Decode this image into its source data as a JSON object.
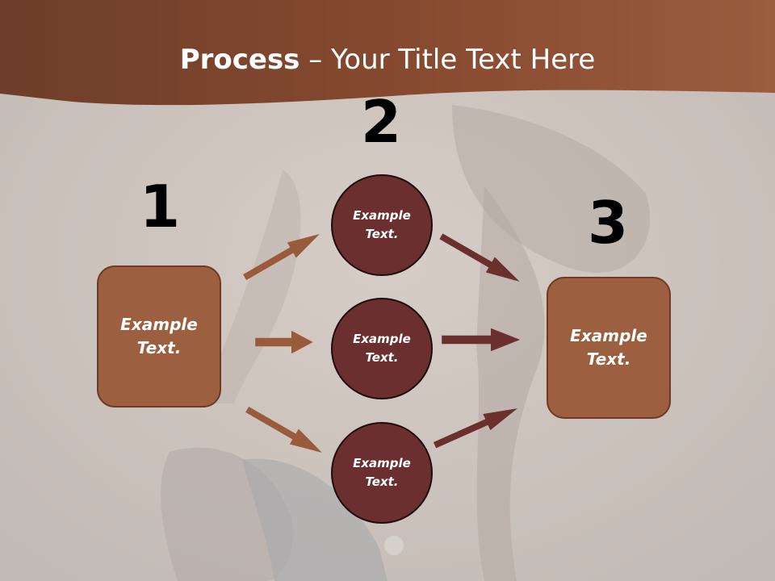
{
  "slide": {
    "title_bold": "Process",
    "title_rest": " – Your Title Text Here",
    "colors": {
      "header": "#8f5437",
      "box_fill": "#9c5f3f",
      "circle_fill": "#6a2f2e",
      "arrow_left": "#9a5a3c",
      "arrow_right": "#6b2f2d"
    }
  },
  "steps": {
    "one": "1",
    "two": "2",
    "three": "3"
  },
  "boxes": {
    "left": "Example\nText.",
    "right": "Example\nText."
  },
  "circles": {
    "top": "Example\nText.",
    "middle": "Example\nText.",
    "bottom": "Example\nText."
  }
}
